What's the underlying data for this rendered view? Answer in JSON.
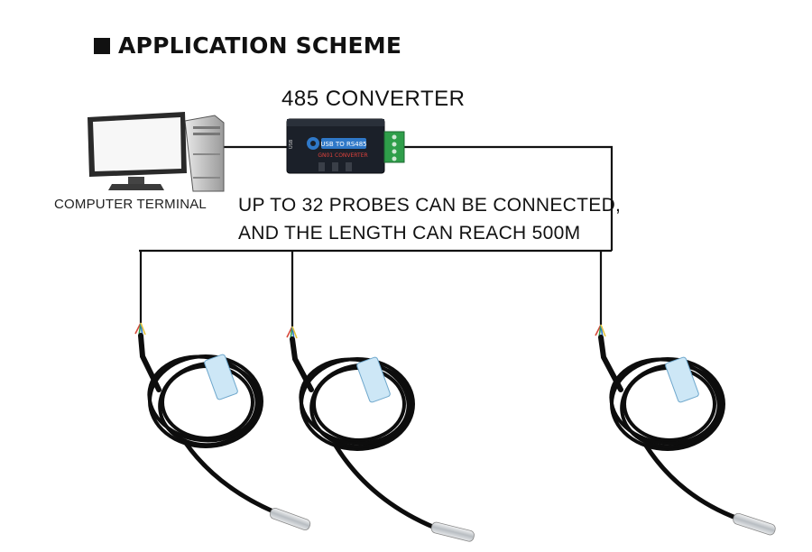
{
  "title": "APPLICATION SCHEME",
  "converter": {
    "label": "485 CONVERTER",
    "brand_text": "USB TO RS485",
    "model_text": "GN01 CONVERTER",
    "side_text": "USB"
  },
  "computer": {
    "label": "COMPUTER TERMINAL"
  },
  "note": {
    "line1": "UP TO 32 PROBES CAN BE CONNECTED,",
    "line2": "AND THE LENGTH CAN REACH 500M"
  },
  "colors": {
    "wire": "#111111",
    "converter_body": "#1b2029",
    "converter_accent": "#2f78c8",
    "terminal_green": "#2f9e4a",
    "cable": "#0d0d0d",
    "probe_tag": "#cde7f6",
    "steel": "#c9cdd1"
  },
  "icons": [
    "computer-icon",
    "converter-icon",
    "probe-icon"
  ]
}
